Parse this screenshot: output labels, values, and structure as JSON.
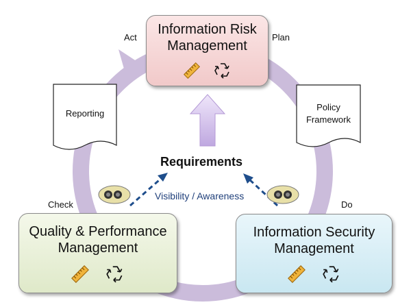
{
  "nodes": {
    "top": {
      "title_lines": [
        "Information Risk",
        "Management"
      ]
    },
    "left": {
      "title_lines": [
        "Quality & Performance",
        "Management"
      ]
    },
    "right": {
      "title_lines": [
        "Information Security",
        "Management"
      ]
    }
  },
  "phases": {
    "act": "Act",
    "plan": "Plan",
    "do": "Do",
    "check": "Check"
  },
  "documents": {
    "reporting": "Reporting",
    "policy": [
      "Policy",
      "Framework"
    ]
  },
  "center": {
    "requirements": "Requirements",
    "visibility": "Visibility / Awareness"
  },
  "icons": [
    "ruler-icon",
    "recycle-icon",
    "binoculars-icon"
  ],
  "colors": {
    "cycle": "#c9b8d8",
    "up_arrow": "#d7c6ee",
    "dashed_arrow": "#1f4e8c",
    "top_box": "#f1c9c9",
    "left_box": "#dfe9c9",
    "right_box": "#c9e7f1"
  }
}
